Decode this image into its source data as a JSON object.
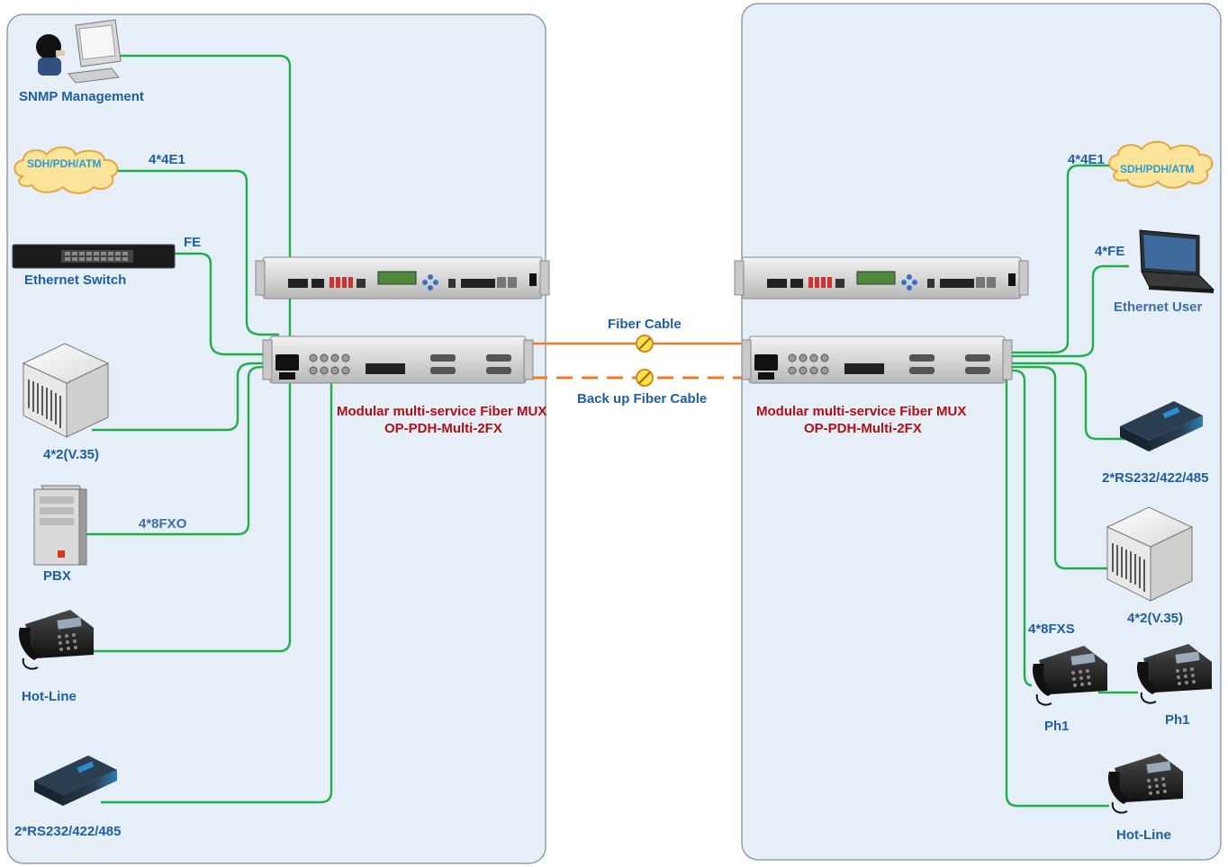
{
  "left": {
    "devices": {
      "snmp": "SNMP Management",
      "cloud": "SDH/PDH/ATM",
      "switch": "Ethernet Switch",
      "v35": "4*2(V.35)",
      "pbx": "PBX",
      "hotline": "Hot-Line",
      "rs232": "2*RS232/422/485"
    },
    "links": {
      "e1": "4*4E1",
      "fe": "FE",
      "fxo": "4*8FXO"
    },
    "mux": {
      "name": "Modular multi-service Fiber MUX",
      "model": "OP-PDH-Multi-2FX"
    }
  },
  "center": {
    "fiber": "Fiber Cable",
    "backup": "Back up Fiber Cable"
  },
  "right": {
    "devices": {
      "cloud": "SDH/PDH/ATM",
      "ethernet_user": "Ethernet User",
      "rs232": "2*RS232/422/485",
      "v35": "4*2(V.35)",
      "ph1a": "Ph1",
      "ph1b": "Ph1",
      "hotline": "Hot-Line"
    },
    "links": {
      "e1": "4*4E1",
      "fe": "4*FE",
      "fxs": "4*8FXS"
    },
    "mux": {
      "name": "Modular multi-service Fiber MUX",
      "model": "OP-PDH-Multi-2FX"
    }
  },
  "colors": {
    "link": "#1fae4b",
    "fiber": "#f07a22",
    "label": "#1f5ea6",
    "mux_label": "#b10f14",
    "panel": "#e6eef7"
  }
}
